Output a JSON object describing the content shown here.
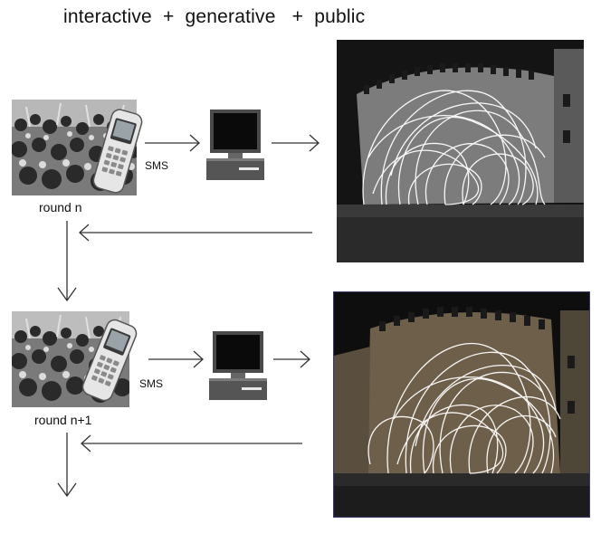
{
  "heading": "interactive  +  generative   +  public",
  "rounds": [
    {
      "label": "round n",
      "message_label": "SMS",
      "crowd_icon": "crowd-photo",
      "phone_icon": "mobile-phone-icon",
      "computer_icon": "computer-icon",
      "output_image": "castle-light-projection-photo"
    },
    {
      "label": "round n+1",
      "message_label": "SMS",
      "crowd_icon": "crowd-photo",
      "phone_icon": "mobile-phone-icon",
      "computer_icon": "computer-icon",
      "output_image": "castle-light-projection-photo"
    }
  ],
  "colors": {
    "text": "#111111",
    "arrow": "#333333",
    "frame": "#3a3a6a"
  }
}
